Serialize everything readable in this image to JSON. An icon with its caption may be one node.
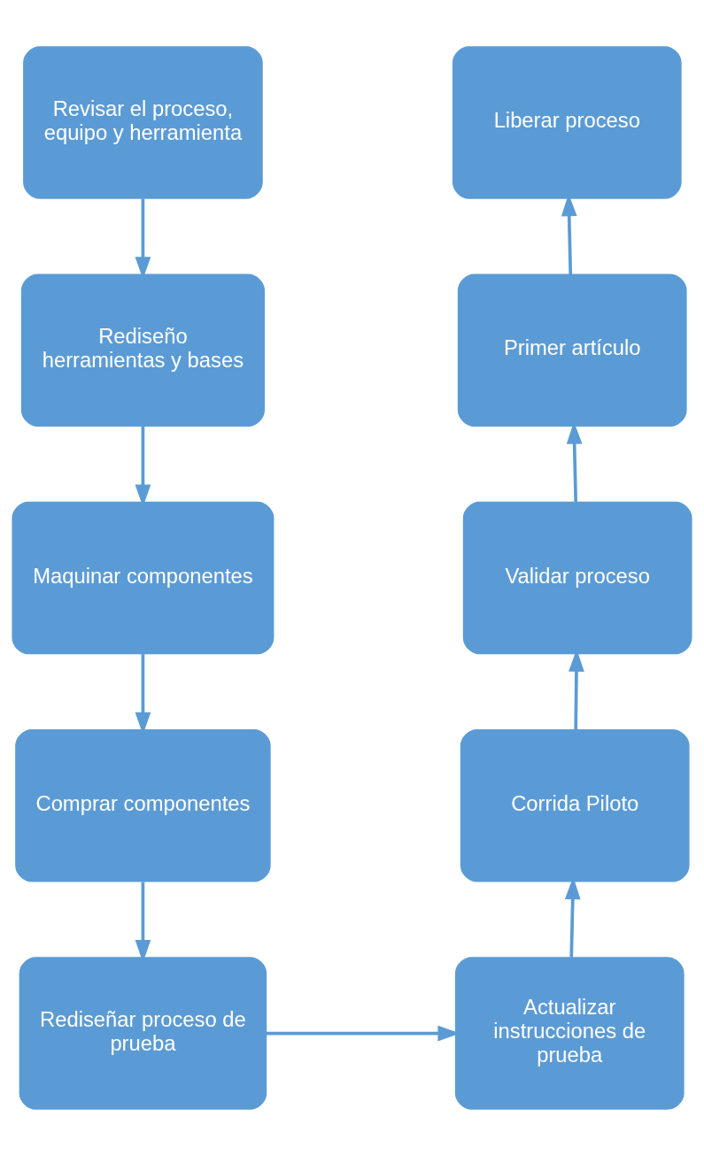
{
  "diagram": {
    "nodes": [
      {
        "text": [
          "Revisar el proceso, equipo y herramienta"
        ]
      },
      {
        "text": [
          "Rediseño herramientas y bases"
        ]
      },
      {
        "text": [
          "Maquinar componentes"
        ]
      },
      {
        "text": [
          "Comprar componentes"
        ]
      },
      {
        "text": [
          "Rediseñar proceso de prueba"
        ]
      },
      {
        "text": [
          "Actualizar instrucciones de prueba"
        ]
      },
      {
        "text": [
          "Corrida Piloto"
        ]
      },
      {
        "text": [
          "Validar proceso"
        ]
      },
      {
        "text": [
          "Primer artículo"
        ]
      },
      {
        "text": [
          "Liberar proceso"
        ]
      }
    ],
    "edges": [
      {
        "from": 0,
        "to": 1,
        "arrow": "to"
      },
      {
        "from": 1,
        "to": 2,
        "arrow": "to"
      },
      {
        "from": 2,
        "to": 3,
        "arrow": "to"
      },
      {
        "from": 3,
        "to": 4,
        "arrow": "to"
      },
      {
        "from": 4,
        "to": 5,
        "arrow": "to"
      },
      {
        "from": 5,
        "to": 6,
        "arrow": "to"
      },
      {
        "from": 6,
        "to": 7,
        "arrow": "to"
      },
      {
        "from": 7,
        "to": 8,
        "arrow": "to"
      },
      {
        "from": 8,
        "to": 9,
        "arrow": "to"
      }
    ]
  }
}
